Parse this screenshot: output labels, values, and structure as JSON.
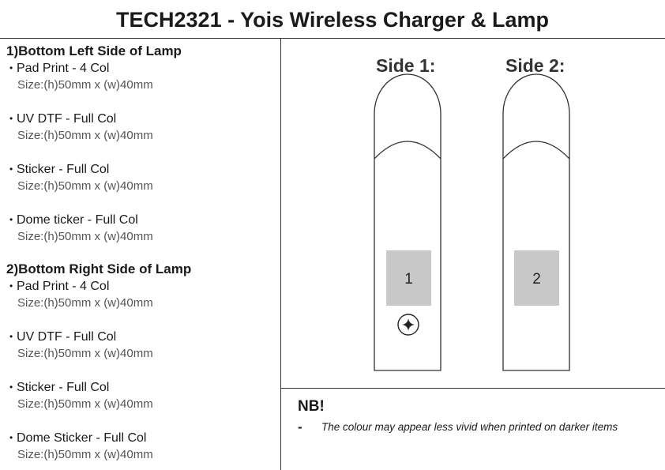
{
  "title": "TECH2321 - Yois Wireless Charger & Lamp",
  "sections": [
    {
      "heading": "1)Bottom Left Side of Lamp",
      "items": [
        {
          "name": "Pad Print - 4 Col",
          "size": "Size:(h)50mm x (w)40mm"
        },
        {
          "name": "UV DTF - Full Col",
          "size": "Size:(h)50mm x (w)40mm"
        },
        {
          "name": "Sticker - Full Col",
          "size": "Size:(h)50mm x (w)40mm"
        },
        {
          "name": "Dome ticker - Full Col",
          "size": "Size:(h)50mm x (w)40mm"
        }
      ]
    },
    {
      "heading": "2)Bottom Right Side of Lamp",
      "items": [
        {
          "name": "Pad Print - 4 Col",
          "size": "Size:(h)50mm x (w)40mm"
        },
        {
          "name": "UV DTF - Full Col",
          "size": "Size:(h)50mm x (w)40mm"
        },
        {
          "name": "Sticker - Full Col",
          "size": "Size:(h)50mm x (w)40mm"
        },
        {
          "name": "Dome Sticker - Full Col",
          "size": "Size:(h)50mm x (w)40mm"
        }
      ]
    }
  ],
  "diagram": {
    "side1_label": "Side 1:",
    "side2_label": "Side 2:",
    "area1_label": "1",
    "area2_label": "2",
    "print_area_color": "#c8c8c8",
    "button_icon": "star-button-icon"
  },
  "note": {
    "title": "NB!",
    "dash": "-",
    "text": "The colour may appear less vivid when printed on darker items"
  }
}
